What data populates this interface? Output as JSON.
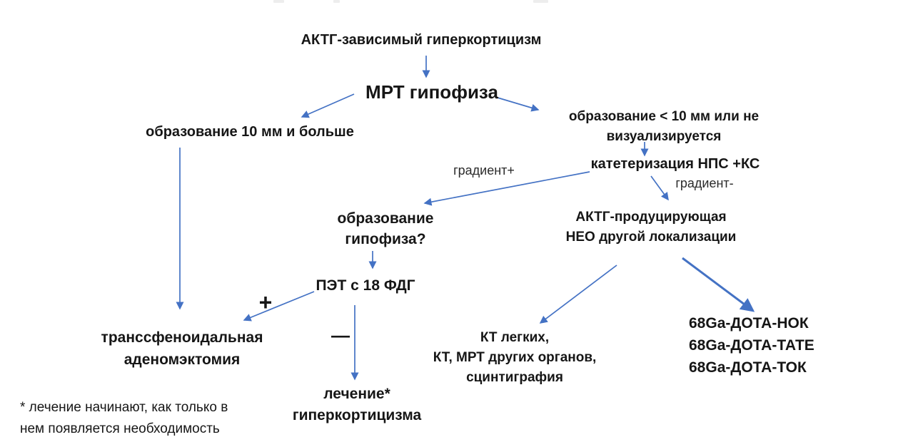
{
  "diagram": {
    "title": "АКТГ-зависимый гиперкортицизм",
    "nodes": {
      "mrt": {
        "text": "МРТ гипофиза"
      },
      "left_branch": {
        "text": "образование 10 мм и больше"
      },
      "right_branch": {
        "lines": [
          "образование < 10 мм или не",
          "визуализируется"
        ]
      },
      "catheterization": {
        "text": "катетеризация НПС +КС"
      },
      "pituitary_mass": {
        "lines": [
          "образование",
          "гипофиза?"
        ]
      },
      "pet": {
        "text": "ПЭТ с 18 ФДГ"
      },
      "acth_neo": {
        "lines": [
          "АКТГ-продуцирующая",
          "НЕО другой локализации"
        ]
      },
      "transsphenoidal": {
        "lines": [
          "транссфеноидальная",
          "аденомэктомия"
        ]
      },
      "treatment": {
        "lines": [
          "лечение*",
          "гиперкортицизма"
        ]
      },
      "ct_workup": {
        "lines": [
          "КТ легких,",
          "КТ, МРТ других органов,",
          "сцинтиграфия"
        ]
      },
      "ga_tracers": {
        "lines": [
          "68Ga-ДОТА-НОК",
          "68Ga-ДОТА-ТАТЕ",
          "68Ga-ДОТА-ТОК"
        ]
      }
    },
    "edge_labels": {
      "gradient_plus": "градиент+",
      "gradient_minus": "градиент-",
      "pet_positive": "+",
      "pet_negative": "—"
    },
    "footnote": {
      "lines": [
        "* лечение начинают, как только в",
        "нем появляется необходимость"
      ]
    },
    "colors": {
      "arrow": "#4472C4",
      "text": "#161616",
      "background": "#ffffff"
    }
  }
}
